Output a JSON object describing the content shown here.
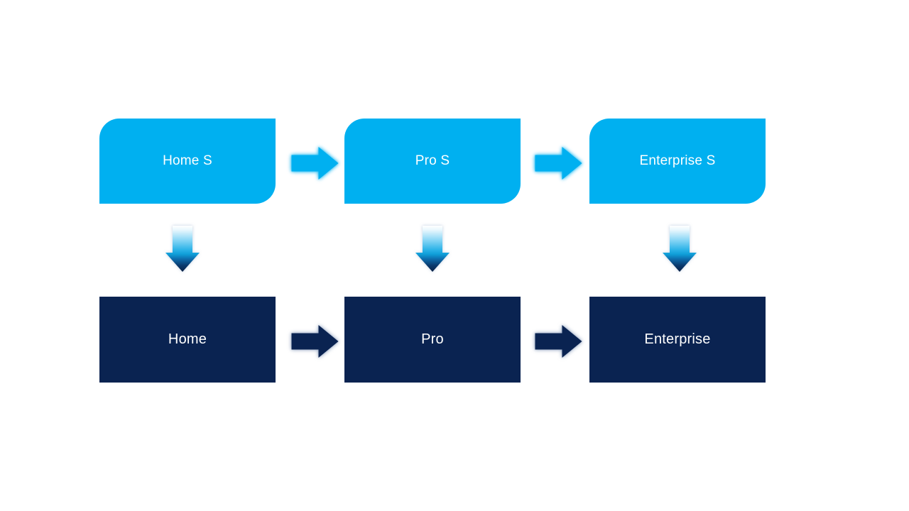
{
  "diagram": {
    "colors": {
      "light_blue": "#00b0f0",
      "dark_navy": "#0a2351",
      "text": "#ffffff",
      "background": "#ffffff"
    },
    "top_row": [
      {
        "label": "Home S"
      },
      {
        "label": "Pro S"
      },
      {
        "label": "Enterprise S"
      }
    ],
    "bottom_row": [
      {
        "label": "Home"
      },
      {
        "label": "Pro"
      },
      {
        "label": "Enterprise"
      }
    ],
    "icons": {
      "right_arrow": "→",
      "down_arrow": "↓"
    },
    "connections": [
      {
        "from": "Home S",
        "to": "Pro S",
        "direction": "right"
      },
      {
        "from": "Pro S",
        "to": "Enterprise S",
        "direction": "right"
      },
      {
        "from": "Home S",
        "to": "Home",
        "direction": "down"
      },
      {
        "from": "Pro S",
        "to": "Pro",
        "direction": "down"
      },
      {
        "from": "Enterprise S",
        "to": "Enterprise",
        "direction": "down"
      },
      {
        "from": "Home",
        "to": "Pro",
        "direction": "right"
      },
      {
        "from": "Pro",
        "to": "Enterprise",
        "direction": "right"
      }
    ]
  }
}
